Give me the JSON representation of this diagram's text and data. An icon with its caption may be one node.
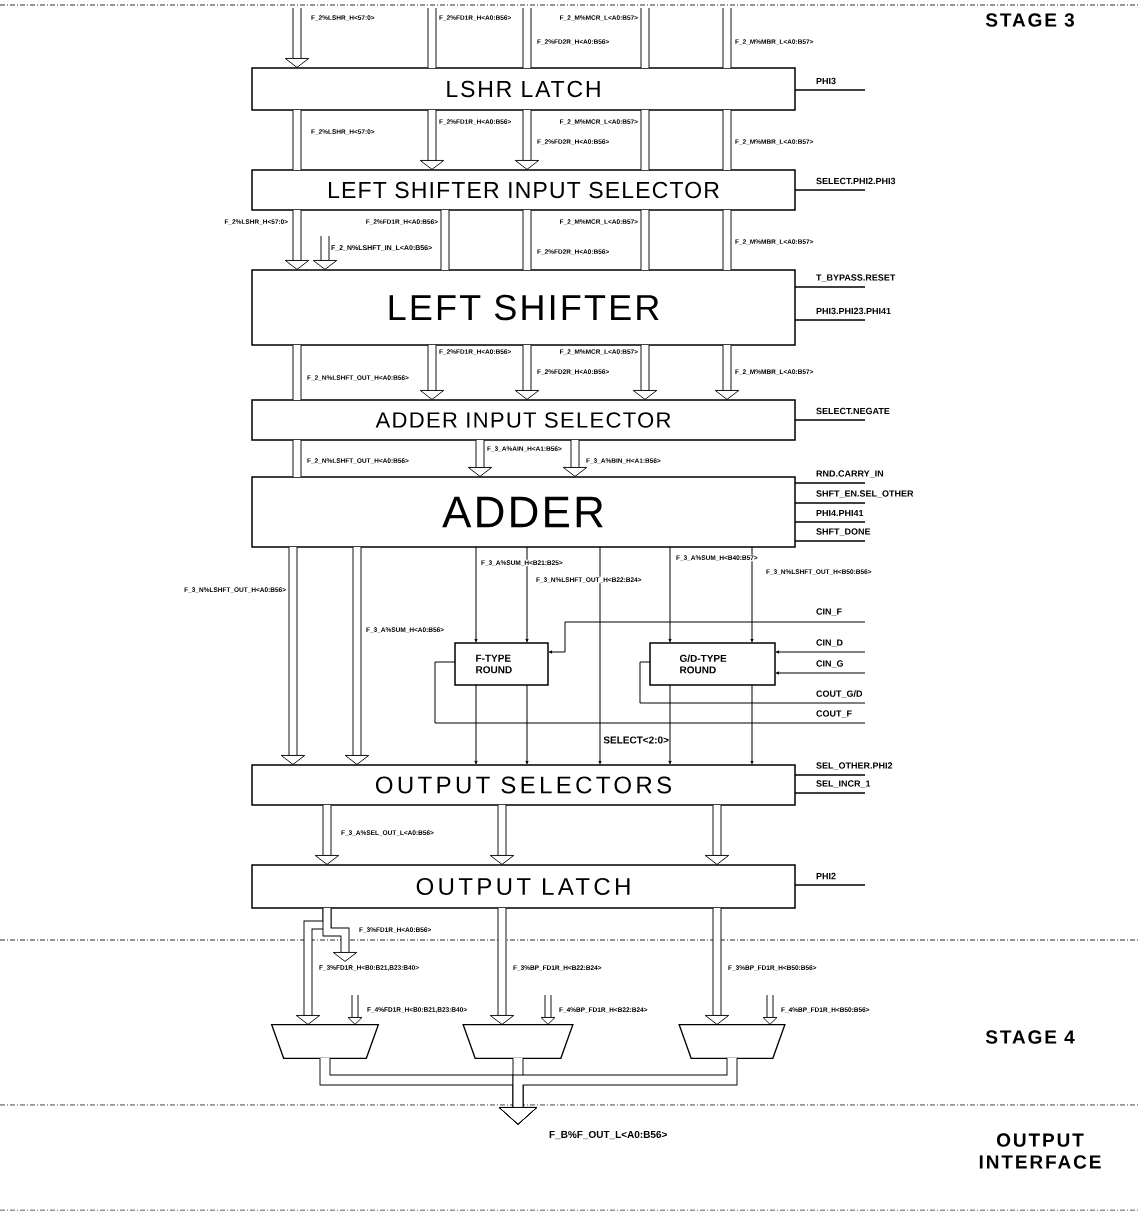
{
  "diagram": {
    "nodes": [
      {
        "text": [
          "LSHR LATCH"
        ]
      },
      {
        "text": [
          "LEFT SHIFTER INPUT SELECTOR"
        ]
      },
      {
        "text": [
          "LEFT SHIFTER"
        ]
      },
      {
        "text": [
          "ADDER INPUT SELECTOR"
        ]
      },
      {
        "text": [
          "ADDER"
        ]
      },
      {
        "text": [
          "F-TYPE ROUND"
        ]
      },
      {
        "text": [
          "G/D-TYPE ROUND"
        ]
      },
      {
        "text": [
          "OUTPUT SELECTORS"
        ]
      },
      {
        "text": [
          "OUTPUT LATCH"
        ]
      },
      {
        "text": [],
        "shape": "trapezoid"
      },
      {
        "text": [],
        "shape": "trapezoid"
      },
      {
        "text": [],
        "shape": "trapezoid"
      }
    ],
    "edges": [
      {
        "from": null,
        "to": 0,
        "arrow": "to",
        "label": "F_2%LSHR_H<57:0>"
      },
      {
        "from": null,
        "to": 0,
        "arrow": "none",
        "label": "F_2%FD1R_H<A0:B56>"
      },
      {
        "from": null,
        "to": 0,
        "arrow": "none",
        "label": "F_2%FD2R_H<A0:B56>"
      },
      {
        "from": null,
        "to": 0,
        "arrow": "none",
        "label": "F_2_M%MCR_L<A0:B57>"
      },
      {
        "from": null,
        "to": 0,
        "arrow": "none",
        "label": "F_2_M%MBR_L<A0:B57>"
      },
      {
        "from": 0,
        "to": 1,
        "arrow": "none",
        "label": "F_2%LSHR_H<57:0>"
      },
      {
        "from": 0,
        "to": 1,
        "arrow": "to",
        "label": "F_2%FD1R_H<A0:B56>"
      },
      {
        "from": 0,
        "to": 1,
        "arrow": "to",
        "label": "F_2%FD2R_H<A0:B56>"
      },
      {
        "from": 0,
        "to": 1,
        "arrow": "none",
        "label": "F_2_M%MCR_L<A0:B57>"
      },
      {
        "from": 0,
        "to": 1,
        "arrow": "none",
        "label": "F_2_M%MBR_L<A0:B57>"
      },
      {
        "from": 1,
        "to": 2,
        "arrow": "to",
        "label": "F_2%LSHR_H<57:0>"
      },
      {
        "from": null,
        "to": 2,
        "arrow": "to",
        "label": "F_2_N%LSHFT_IN_L<A0:B56>"
      },
      {
        "from": 1,
        "to": 2,
        "arrow": "none",
        "label": "F_2%FD1R_H<A0:B56>"
      },
      {
        "from": 1,
        "to": 2,
        "arrow": "none",
        "label": "F_2%FD2R_H<A0:B56>"
      },
      {
        "from": 1,
        "to": 2,
        "arrow": "none",
        "label": "F_2_M%MCR_L<A0:B57>"
      },
      {
        "from": 1,
        "to": 2,
        "arrow": "none",
        "label": "F_2_M%MBR_L<A0:B57>"
      },
      {
        "from": 2,
        "to": 3,
        "arrow": "none",
        "label": "F_2_N%LSHFT_OUT_H<A0:B56>"
      },
      {
        "from": 2,
        "to": 3,
        "arrow": "to",
        "label": "F_2%FD1R_H<A0:B56>"
      },
      {
        "from": 2,
        "to": 3,
        "arrow": "to",
        "label": "F_2%FD2R_H<A0:B56>"
      },
      {
        "from": 2,
        "to": 3,
        "arrow": "to",
        "label": "F_2_M%MCR_L<A0:B57>"
      },
      {
        "from": 2,
        "to": 3,
        "arrow": "to",
        "label": "F_2_M%MBR_L<A0:B57>"
      },
      {
        "from": 3,
        "to": 4,
        "arrow": "none",
        "label": "F_2_N%LSHFT_OUT_H<A0:B56>"
      },
      {
        "from": 3,
        "to": 4,
        "arrow": "to",
        "label": "F_3_A%AIN_H<A1:B56>"
      },
      {
        "from": 3,
        "to": 4,
        "arrow": "to",
        "label": "F_3_A%BIN_H<A1:B56>"
      },
      {
        "from": 4,
        "to": 7,
        "arrow": "to",
        "label": "F_3_N%LSHFT_OUT_H<A0:B56>"
      },
      {
        "from": 4,
        "to": 7,
        "arrow": "to",
        "label": "F_3_A%SUM_H<A0:B56>"
      },
      {
        "from": 4,
        "to": 5,
        "arrow": "to",
        "label": "F_3_A%SUM_H<B21:B25>"
      },
      {
        "from": 4,
        "to": 5,
        "arrow": "to"
      },
      {
        "from": 4,
        "to": 7,
        "arrow": "to",
        "label": "F_3_N%LSHFT_OUT_H<B22:B24>"
      },
      {
        "from": 4,
        "to": 6,
        "arrow": "to",
        "label": "F_3_A%SUM_H<B40:B57>"
      },
      {
        "from": 4,
        "to": 6,
        "arrow": "to",
        "label": "F_3_N%LSHFT_OUT_H<B50:B56>"
      },
      {
        "from": 5,
        "to": 7,
        "arrow": "to"
      },
      {
        "from": 5,
        "to": 7,
        "arrow": "to"
      },
      {
        "from": 6,
        "to": 7,
        "arrow": "to"
      },
      {
        "from": 6,
        "to": 7,
        "arrow": "to"
      },
      {
        "from": null,
        "to": 5,
        "arrow": "to",
        "label": "CIN_F"
      },
      {
        "from": null,
        "to": 6,
        "arrow": "to",
        "label": "CIN_D"
      },
      {
        "from": null,
        "to": 6,
        "arrow": "to",
        "label": "CIN_G"
      },
      {
        "from": 6,
        "to": null,
        "arrow": "none",
        "label": "COUT_G/D"
      },
      {
        "from": 5,
        "to": null,
        "arrow": "none",
        "label": "COUT_F"
      },
      {
        "from": 7,
        "to": 8,
        "arrow": "to",
        "label": "F_3_A%SEL_OUT_L<A0:B56>"
      },
      {
        "from": 7,
        "to": 8,
        "arrow": "to"
      },
      {
        "from": 7,
        "to": 8,
        "arrow": "to"
      },
      {
        "from": 8,
        "to": 9,
        "arrow": "to",
        "label": "F_3%FD1R_H<B0:B21,B23:B40>"
      },
      {
        "from": 8,
        "to": null,
        "arrow": "to",
        "label": "F_3%FD1R_H<A0:B56>"
      },
      {
        "from": null,
        "to": 9,
        "arrow": "to",
        "label": "F_4%FD1R_H<B0:B21,B23:B40>"
      },
      {
        "from": 8,
        "to": 10,
        "arrow": "to",
        "label": "F_3%BP_FD1R_H<B22:B24>"
      },
      {
        "from": null,
        "to": 10,
        "arrow": "to",
        "label": "F_4%BP_FD1R_H<B22:B24>"
      },
      {
        "from": 8,
        "to": 11,
        "arrow": "to",
        "label": "F_3%BP_FD1R_H<B50:B56>"
      },
      {
        "from": null,
        "to": 11,
        "arrow": "to",
        "label": "F_4%BP_FD1R_H<B50:B56>"
      },
      {
        "from": 9,
        "to": null,
        "arrow": "to"
      },
      {
        "from": 10,
        "to": null,
        "arrow": "to",
        "label": "F_B%F_OUT_L<A0:B56>"
      },
      {
        "from": 11,
        "to": null,
        "arrow": "to"
      },
      {
        "from": null,
        "to": 0,
        "arrow": "none",
        "label": "PHI3"
      },
      {
        "from": null,
        "to": 1,
        "arrow": "none",
        "label": "SELECT.PHI2.PHI3"
      },
      {
        "from": null,
        "to": 2,
        "arrow": "none",
        "label": "T_BYPASS.RESET"
      },
      {
        "from": null,
        "to": 2,
        "arrow": "none",
        "label": "PHI3.PHI23.PHI41"
      },
      {
        "from": null,
        "to": 3,
        "arrow": "none",
        "label": "SELECT.NEGATE"
      },
      {
        "from": null,
        "to": 4,
        "arrow": "none",
        "label": "RND.CARRY_IN"
      },
      {
        "from": null,
        "to": 4,
        "arrow": "none",
        "label": "SHFT_EN.SEL_OTHER"
      },
      {
        "from": null,
        "to": 4,
        "arrow": "none",
        "label": "PHI4.PHI41"
      },
      {
        "from": null,
        "to": 4,
        "arrow": "none",
        "label": "SHFT_DONE"
      },
      {
        "from": null,
        "to": 7,
        "arrow": "none",
        "label": "SEL_OTHER.PHI2"
      },
      {
        "from": null,
        "to": 7,
        "arrow": "none",
        "label": "SEL_INCR_1"
      },
      {
        "from": null,
        "to": 8,
        "arrow": "none",
        "label": "PHI2"
      }
    ],
    "labels": [
      "STAGE 3",
      "SELECT<2:0>",
      "STAGE 4",
      "OUTPUT INTERFACE"
    ]
  }
}
